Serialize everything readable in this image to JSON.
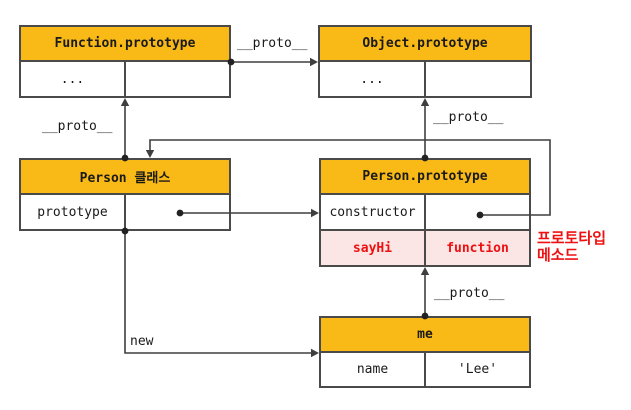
{
  "boxes": {
    "function_prototype": {
      "title": "Function.prototype",
      "cell_key": "...",
      "cell_value": ""
    },
    "object_prototype": {
      "title": "Object.prototype",
      "cell_key": "...",
      "cell_value": ""
    },
    "person_class": {
      "title": "Person 클래스",
      "cell_key": "prototype",
      "cell_value": ""
    },
    "person_prototype": {
      "title": "Person.prototype",
      "row1_key": "constructor",
      "row1_value": "",
      "row2_key": "sayHi",
      "row2_value": "function"
    },
    "me": {
      "title": "me",
      "row_key": "name",
      "row_value": "'Lee'"
    }
  },
  "labels": {
    "proto_function_to_object": "__proto__",
    "proto_person_to_function": "__proto__",
    "proto_prototype_to_object": "__proto__",
    "proto_me_to_prototype": "__proto__",
    "new_operator": "new"
  },
  "annotation": {
    "line1": "프로토타입",
    "line2": "메소드"
  },
  "colors": {
    "header_bg": "#F9BA17",
    "method_row_bg": "#FCE5E5",
    "method_text": "#ED1111",
    "border": "#4A4A4A",
    "line": "#3F3F3F"
  }
}
